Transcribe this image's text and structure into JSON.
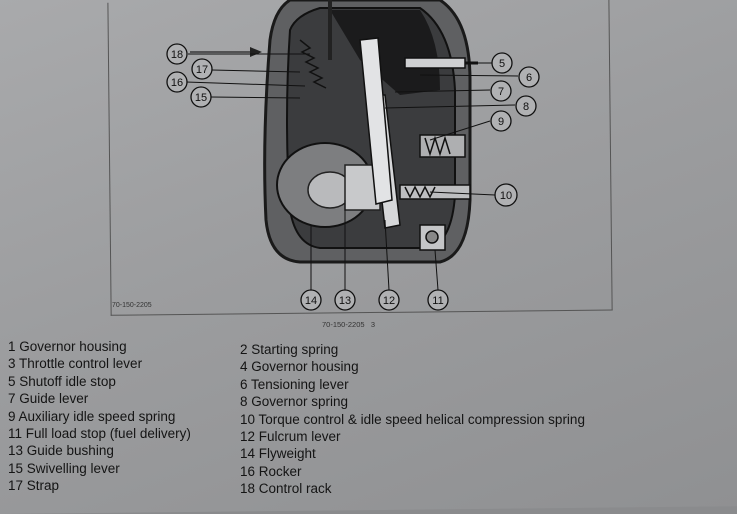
{
  "figure": {
    "code_left": "70-150-2205",
    "caption_code": "70-150-2205",
    "caption_num": "3",
    "callouts": [
      "18",
      "17",
      "16",
      "15",
      "5",
      "6",
      "7",
      "8",
      "9",
      "10",
      "14",
      "13",
      "12",
      "11"
    ]
  },
  "legend": {
    "left": [
      "1 Governor housing",
      "3 Throttle control lever",
      "5 Shutoff idle stop",
      "7 Guide lever",
      "9 Auxiliary idle speed spring",
      "11 Full load stop (fuel delivery)",
      "13 Guide bushing",
      "15 Swivelling lever",
      "17 Strap"
    ],
    "right": [
      "2 Starting spring",
      "4 Governor housing",
      "6 Tensioning lever",
      "8 Governor spring",
      "10 Torque control & idle speed helical compression spring",
      "12 Fulcrum lever",
      "14 Flyweight",
      "16 Rocker",
      "18 Control rack"
    ]
  }
}
